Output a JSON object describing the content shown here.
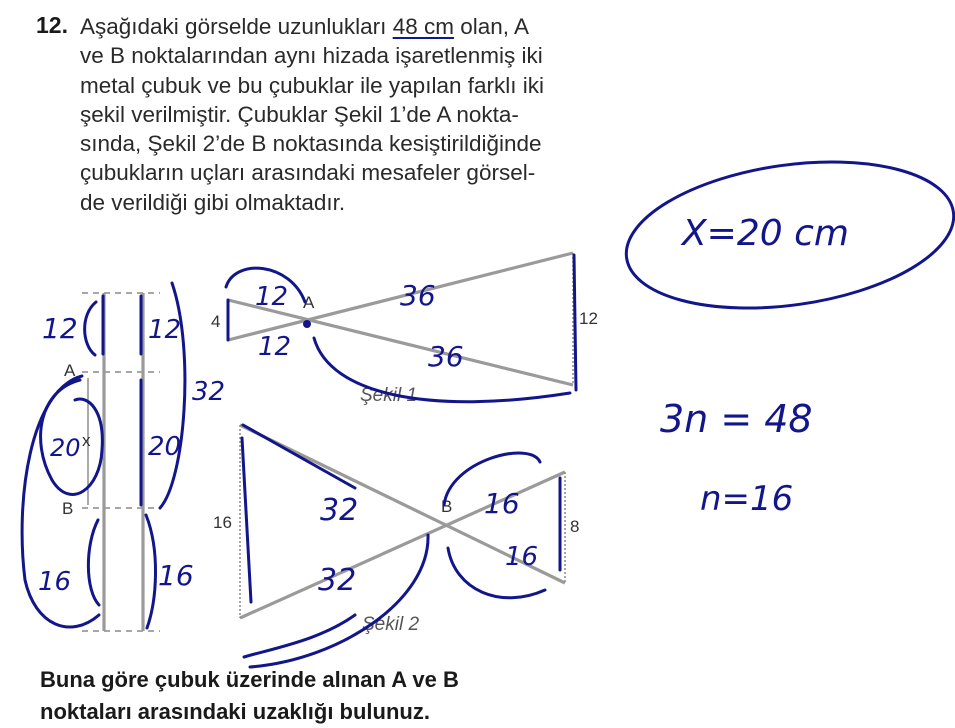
{
  "question": {
    "number": "12.",
    "lines": [
      [
        "Aşağıdaki görselde uzunlukları ",
        "48 cm",
        " olan, A"
      ],
      "ve B noktalarından aynı hizada işaretlenmiş iki",
      "metal çubuk ve bu çubuklar ile yapılan farklı iki",
      "şekil verilmiştir. Çubuklar Şekil 1’de A nokta-",
      "sında, Şekil 2’de B noktasında kesiştirildiğinde",
      "çubukların uçları arasındaki mesafeler görsel-",
      "de verildiği gibi olmaktadır."
    ],
    "prompt_lines": [
      "Buna göre çubuk üzerinde alınan A ve B",
      "noktaları arasındaki uzaklığı bulunuz."
    ]
  },
  "rods_figure": {
    "point_a_label": "A",
    "point_b_label": "B",
    "x_label": "x"
  },
  "figure1": {
    "caption": "Şekil 1",
    "point_label": "A",
    "left_gap": "4",
    "right_gap": "12"
  },
  "figure2": {
    "caption": "Şekil 2",
    "point_label": "B",
    "left_gap": "16",
    "right_gap": "8"
  },
  "handwriting": {
    "rods": {
      "top_left": "12",
      "top_right": "12",
      "middle_left": "20",
      "middle_right": "20",
      "bottom_left": "16",
      "bottom_right": "16",
      "span": "32"
    },
    "figure1": {
      "upper_left": "12",
      "lower_left": "12",
      "upper_right": "36",
      "lower_right": "36"
    },
    "figure2": {
      "upper_left": "32",
      "lower_left": "32",
      "upper_right": "16",
      "lower_right": "16"
    },
    "answer": "X=20 cm",
    "equation1": "3n = 48",
    "equation2": "n=16"
  },
  "colors": {
    "ink": "#12168a",
    "rod": "#9a9a9a",
    "text": "#2a2a2a"
  }
}
